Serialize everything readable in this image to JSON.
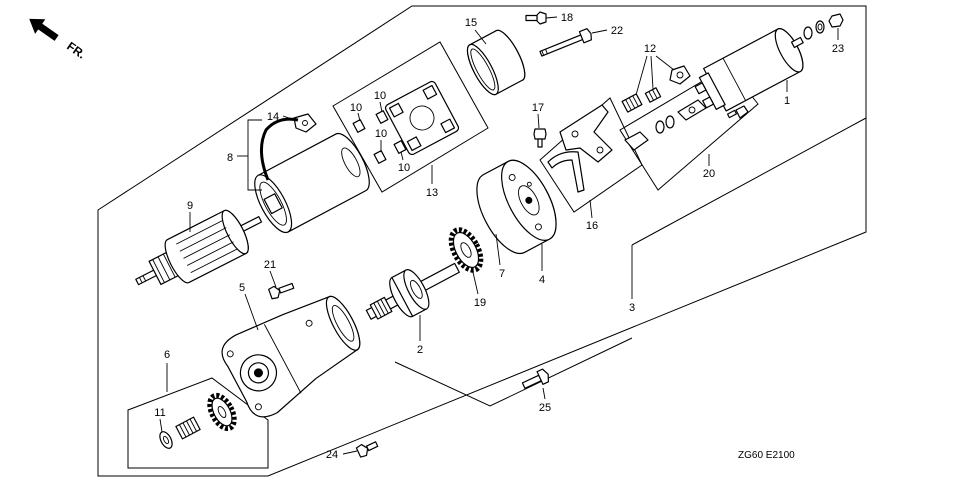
{
  "diagram": {
    "orientation_label": "FR.",
    "code": "ZG60 E2100",
    "callouts": {
      "c1": "1",
      "c2": "2",
      "c3": "3",
      "c4": "4",
      "c5": "5",
      "c6": "6",
      "c7": "7",
      "c8": "8",
      "c9": "9",
      "c10a": "10",
      "c10b": "10",
      "c10c": "10",
      "c10d": "10",
      "c11": "11",
      "c12": "12",
      "c13": "13",
      "c14": "14",
      "c15": "15",
      "c16": "16",
      "c17": "17",
      "c18": "18",
      "c19": "19",
      "c20": "20",
      "c21": "21",
      "c22": "22",
      "c23": "23",
      "c24": "24",
      "c25": "25"
    }
  },
  "icons": {
    "orientation": "fr-arrow-icon"
  },
  "colors": {
    "line": "#000000",
    "background": "#ffffff"
  }
}
